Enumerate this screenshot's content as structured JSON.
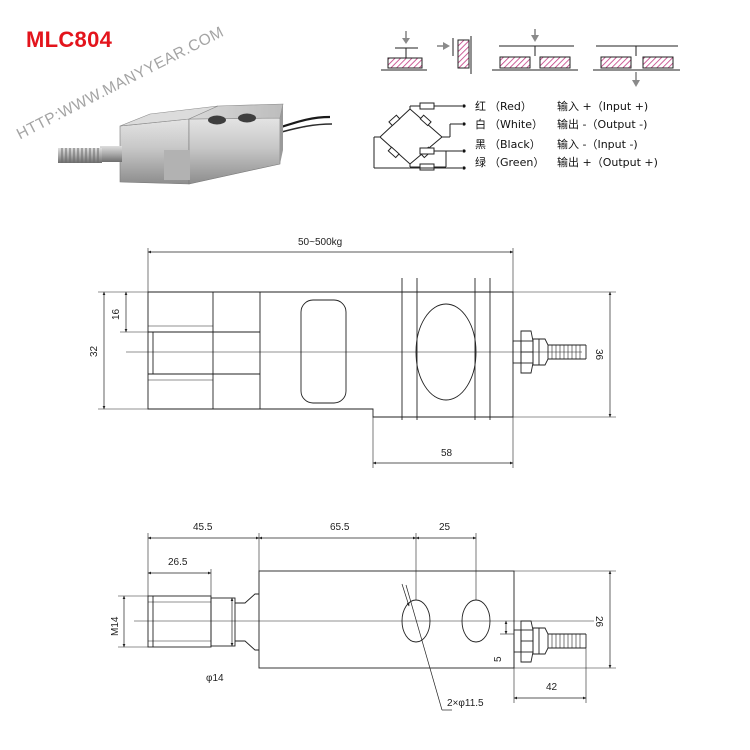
{
  "title": "MLC804",
  "watermark": "HTTP:WWW.MANYYEAR.COM",
  "colors": {
    "title": "#e3141c",
    "watermark": "#a4a4a4",
    "hatch": "#c0397f",
    "line": "#222222"
  },
  "wiring": [
    {
      "color_cn": "红",
      "color_en": "Red",
      "spec": "输入 +（Input +)"
    },
    {
      "color_cn": "白",
      "color_en": "White",
      "spec": "输出 -（Output -)"
    },
    {
      "color_cn": "黑",
      "color_en": "Black",
      "spec": "输入 -（Input -)"
    },
    {
      "color_cn": "绿",
      "color_en": "Green",
      "spec": "输出 +（Output +)"
    }
  ],
  "front_view": {
    "capacity": "50~500kg",
    "dim_16": "16",
    "dim_32": "32",
    "dim_36": "36",
    "dim_58": "58"
  },
  "top_view": {
    "dim_45_5": "45.5",
    "dim_26_5": "26.5",
    "dim_65_5": "65.5",
    "dim_25": "25",
    "dim_m14": "M14",
    "dim_26": "26",
    "dim_5": "5",
    "dim_42": "42",
    "dim_phi14": "φ14",
    "dim_holes": "2×φ11.5"
  }
}
